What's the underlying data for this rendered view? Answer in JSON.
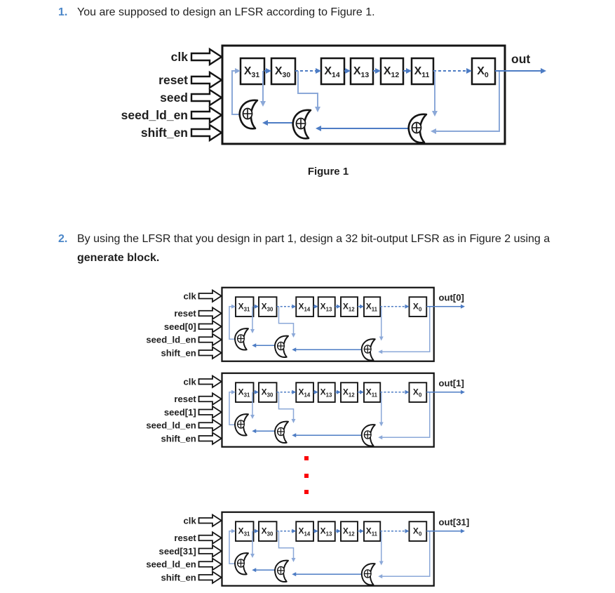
{
  "document": {
    "questions": [
      {
        "number": "1.",
        "text": "You are supposed to design an LFSR according to Figure 1."
      },
      {
        "number": "2.",
        "text": "By using the LFSR that you design in part 1, design a 32 bit-output LFSR as in Figure 2 using a",
        "text_bold": "generate block."
      }
    ],
    "figure1_caption": "Figure 1"
  },
  "lfsr": {
    "register_base": "X",
    "register_subs": [
      "31",
      "30",
      "14",
      "13",
      "12",
      "11",
      "0"
    ],
    "xor_gate_count": 3
  },
  "diagrams": [
    {
      "id": "figure-1",
      "inputs": [
        "clk",
        "reset",
        "seed",
        "seed_ld_en",
        "shift_en"
      ],
      "output": "out"
    },
    {
      "id": "lfsr-bit-0",
      "inputs": [
        "clk",
        "reset",
        "seed[0]",
        "seed_ld_en",
        "shift_en"
      ],
      "output": "out[0]"
    },
    {
      "id": "lfsr-bit-1",
      "inputs": [
        "clk",
        "reset",
        "seed[1]",
        "seed_ld_en",
        "shift_en"
      ],
      "output": "out[1]"
    },
    {
      "id": "lfsr-bit-31",
      "inputs": [
        "clk",
        "reset",
        "seed[31]",
        "seed_ld_en",
        "shift_en"
      ],
      "output": "out[31]"
    }
  ],
  "ellipsis": {
    "dot_count": 3
  },
  "colors": {
    "number_blue": "#4a86c8",
    "wire_light": "#8ba8d8",
    "wire_strong": "#4d7cc4",
    "outline": "#141414",
    "dots_red": "#fb0207",
    "text": "#1f1f1f"
  }
}
